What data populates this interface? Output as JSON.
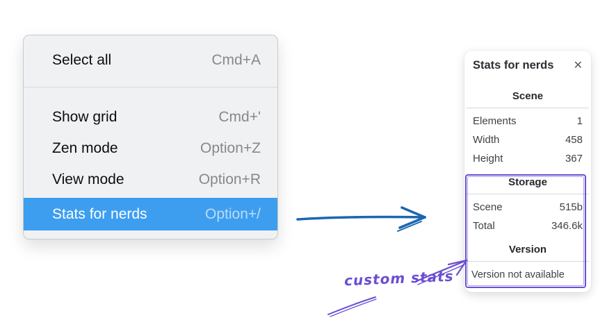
{
  "menu": {
    "items": [
      {
        "label": "Select all",
        "shortcut": "Cmd+A"
      },
      {
        "label": "Show grid",
        "shortcut": "Cmd+'"
      },
      {
        "label": "Zen mode",
        "shortcut": "Option+Z"
      },
      {
        "label": "View mode",
        "shortcut": "Option+R"
      },
      {
        "label": "Stats for nerds",
        "shortcut": "Option+/",
        "highlighted": true
      }
    ]
  },
  "stats_panel": {
    "title": "Stats for nerds",
    "close_glyph": "✕",
    "sections": [
      {
        "heading": "Scene",
        "rows": [
          {
            "label": "Elements",
            "value": "1"
          },
          {
            "label": "Width",
            "value": "458"
          },
          {
            "label": "Height",
            "value": "367"
          }
        ]
      },
      {
        "heading": "Storage",
        "rows": [
          {
            "label": "Scene",
            "value": "515b"
          },
          {
            "label": "Total",
            "value": "346.6k"
          }
        ]
      },
      {
        "heading": "Version",
        "note": "Version not available"
      }
    ]
  },
  "annotations": {
    "custom_stats_label": "custom stats"
  },
  "colors": {
    "highlight_blue": "#3d9ef0",
    "arrow_blue": "#1b66b1",
    "annotation_purple": "#6b4ed2"
  }
}
